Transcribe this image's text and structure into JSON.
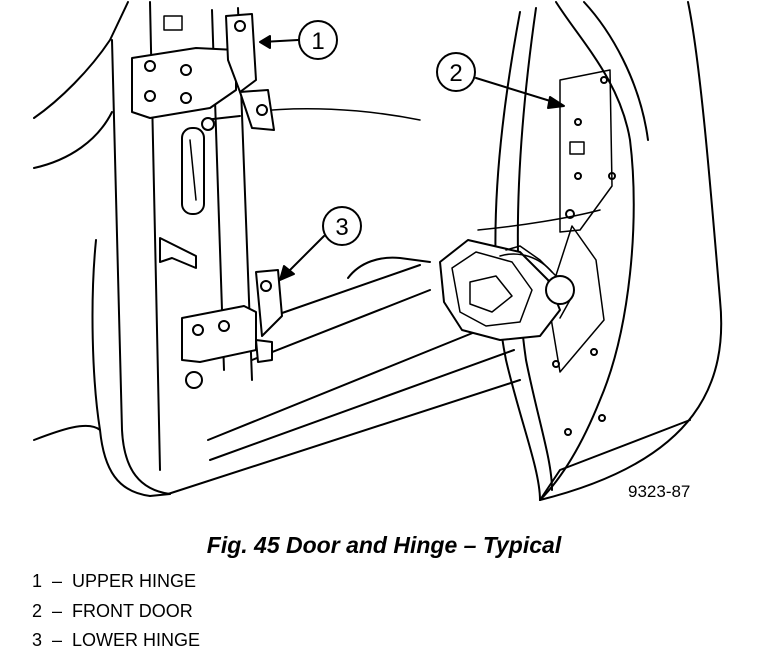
{
  "figure": {
    "part_code": "9323-87",
    "callouts": [
      {
        "number": "1",
        "label": "UPPER HINGE"
      },
      {
        "number": "2",
        "label": "FRONT DOOR"
      },
      {
        "number": "3",
        "label": "LOWER HINGE"
      }
    ]
  },
  "caption": "Fig. 45 Door and Hinge – Typical",
  "legend": [
    {
      "number": "1",
      "label": "UPPER HINGE"
    },
    {
      "number": "2",
      "label": "FRONT DOOR"
    },
    {
      "number": "3",
      "label": "LOWER HINGE"
    }
  ]
}
